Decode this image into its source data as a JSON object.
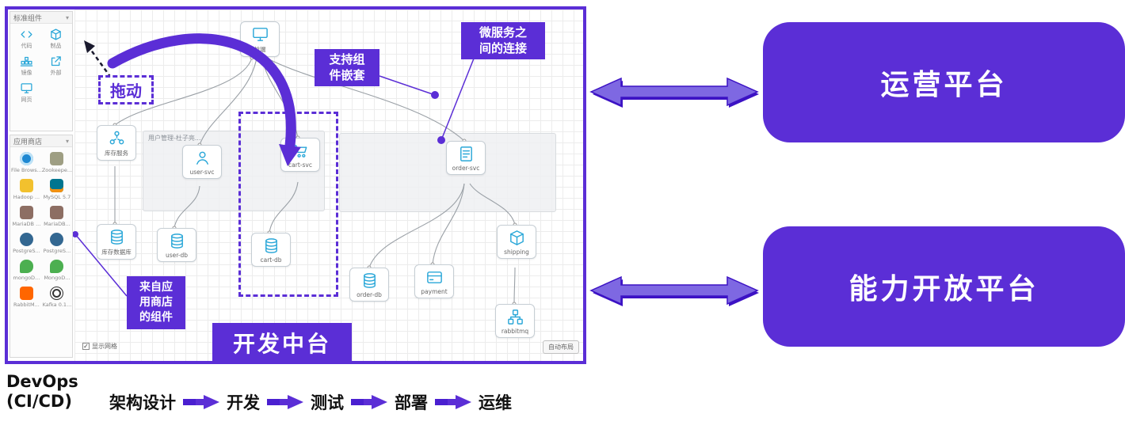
{
  "colors": {
    "purple": "#5b2ed6",
    "cyan": "#2aa7d8"
  },
  "icons": {
    "frontend": "monitor-icon",
    "webpage": "monitor-icon",
    "code": "code-icon",
    "artifact": "package-icon",
    "image": "container-icon",
    "external": "external-link-icon",
    "service": "network-nodes-icon",
    "user": "person-icon",
    "cart": "shopping-cart-icon",
    "order": "document-icon",
    "database": "database-cylinder-icon",
    "payment": "card-icon",
    "shipping": "package-icon",
    "rabbitmq": "flowchart-icon"
  },
  "editor": {
    "panels": {
      "standard": {
        "title": "标准组件",
        "items": [
          {
            "label": "代码"
          },
          {
            "label": "制品"
          },
          {
            "label": "镜像"
          },
          {
            "label": "外部"
          },
          {
            "label": "网页"
          }
        ]
      },
      "appstore": {
        "title": "应用商店",
        "items": [
          {
            "label": "File Brows..."
          },
          {
            "label": "Zookeepe..."
          },
          {
            "label": "Hadoop ..."
          },
          {
            "label": "MySQL 5.7"
          },
          {
            "label": "MariaDB ..."
          },
          {
            "label": "MariaDB..."
          },
          {
            "label": "PostgreS..."
          },
          {
            "label": "PostgreS..."
          },
          {
            "label": "mongoD..."
          },
          {
            "label": "MongoD..."
          },
          {
            "label": "RabbitM..."
          },
          {
            "label": "Kafka 0.1..."
          }
        ]
      }
    },
    "canvas": {
      "group1_title": "用户管理-杜子亮...",
      "nodes": {
        "frontend": "前端",
        "inventory_svc": "库存服务",
        "user_svc": "user-svc",
        "cart_svc": "cart-svc",
        "order_svc": "order-svc",
        "inventory_db": "库存数据库",
        "user_db": "user-db",
        "cart_db": "cart-db",
        "order_db": "order-db",
        "payment": "payment",
        "shipping": "shipping",
        "rabbitmq": "rabbitmq"
      },
      "show_grid_label": "显示网格",
      "auto_layout_label": "自动布局"
    },
    "annotations": {
      "drag": "拖动",
      "nesting_line1": "支持组",
      "nesting_line2": "件嵌套",
      "connection_line1": "微服务之",
      "connection_line2": "间的连接",
      "appstore_note_line1": "来自应",
      "appstore_note_line2": "用商店",
      "appstore_note_line3": "的组件",
      "platform_title": "开发中台"
    }
  },
  "right": {
    "operations": "运营平台",
    "capability": "能力开放平台"
  },
  "devops": {
    "line1": "DevOps",
    "line2": "(CI/CD)",
    "steps": [
      "架构设计",
      "开发",
      "测试",
      "部署",
      "运维"
    ]
  }
}
